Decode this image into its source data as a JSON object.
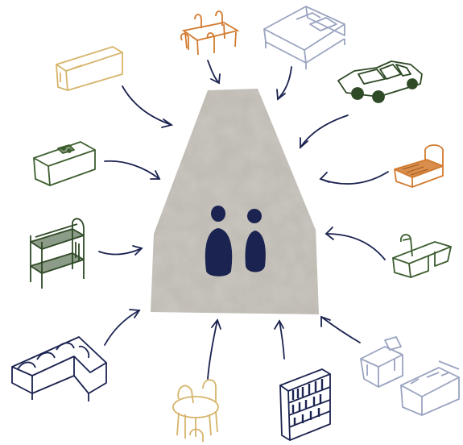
{
  "colors": {
    "navy": "#1b2350",
    "ochre": "#d6b46a",
    "orange": "#d27a2e",
    "green": "#3d5e2f",
    "darkgreen": "#2f4a26",
    "lightblue": "#9aa4c0",
    "stone": "#b9b6ae"
  },
  "center": {
    "icon": "two-people-icon"
  },
  "items": [
    {
      "id": "kitchen-counter",
      "icon": "kitchen-counter-icon",
      "color": "ochre"
    },
    {
      "id": "dining-table",
      "icon": "dining-table-icon",
      "color": "orange"
    },
    {
      "id": "double-bed",
      "icon": "double-bed-icon",
      "color": "lightblue"
    },
    {
      "id": "car",
      "icon": "car-icon",
      "color": "darkgreen"
    },
    {
      "id": "single-bed",
      "icon": "single-bed-icon",
      "color": "orange"
    },
    {
      "id": "desk",
      "icon": "desk-icon",
      "color": "green"
    },
    {
      "id": "sofa-and-armchair",
      "icon": "sofa-armchair-icon",
      "color": "lightblue"
    },
    {
      "id": "bookshelf",
      "icon": "bookshelf-icon",
      "color": "navy"
    },
    {
      "id": "round-table-chairs",
      "icon": "round-table-icon",
      "color": "ochre"
    },
    {
      "id": "corner-sofa",
      "icon": "corner-sofa-icon",
      "color": "navy"
    },
    {
      "id": "bunk-bed",
      "icon": "bunk-bed-icon",
      "color": "darkgreen"
    },
    {
      "id": "cooktop-counter",
      "icon": "cooktop-icon",
      "color": "green"
    }
  ]
}
